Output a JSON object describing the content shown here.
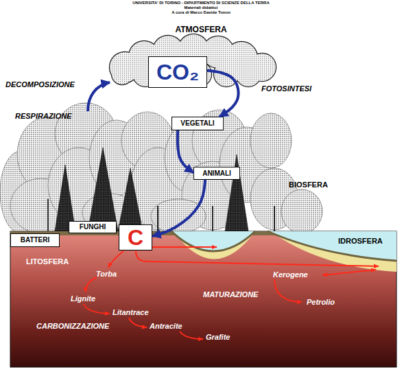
{
  "diagram": {
    "nodes": [
      {
        "text": [
          "CO₂"
        ]
      },
      {
        "text": [
          "VEGETALI"
        ]
      },
      {
        "text": [
          "ANIMALI"
        ]
      },
      {
        "text": [
          "FUNGHI"
        ]
      },
      {
        "text": [
          "BATTERI"
        ]
      },
      {
        "text": [
          "C"
        ]
      }
    ],
    "edges": [
      {
        "from": 0,
        "to": 1,
        "arrow": "to",
        "label": "FOTOSINTESI"
      },
      {
        "from": 1,
        "to": 2,
        "arrow": "to"
      },
      {
        "from": 2,
        "to": 5,
        "arrow": "to"
      }
    ],
    "labels": [
      "UNIVERSITA' DI TORINO - DIPARTIMENTO DI SCIENZE DELLA TERRA",
      "Materiali didattici",
      "A cura di Marco Davide Tonon",
      "ATMOSFERA",
      "DECOMPOSIZIONE",
      "RESPIRAZIONE",
      "BIOSFERA",
      "IDROSFERA",
      "LITOSFERA",
      "Torba",
      "Lignite",
      "Litantrace",
      "CARBONIZZAZIONE",
      "Antracite",
      "Grafite",
      "Kerogene",
      "MATURAZIONE",
      "Petrolio"
    ]
  }
}
